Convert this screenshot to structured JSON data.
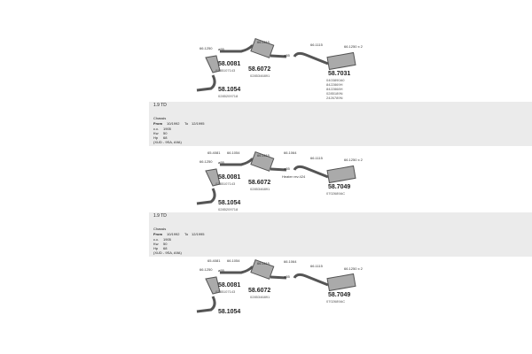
{
  "diagrams": [
    {
      "cat": "58.0081",
      "cat_oe": "0285107143",
      "front": "58.1054",
      "front_oe": "0285209718",
      "mid": "58.6072",
      "mid_oe": "0285346891",
      "rear": "58.7031",
      "rear_oe": [
        "0403890A0",
        "8422869H",
        "8422868H",
        "0285189N",
        "2426789N"
      ],
      "clamp1": "66.1250",
      "clamp2": "66.1250 x 2",
      "mount1": "66.1115",
      "mount2": "66.1115",
      "d1": "ø55",
      "d2": "ø55"
    },
    {
      "cat": "58.0081",
      "cat_oe": "0285107143",
      "front": "58.1054",
      "front_oe": "0285209718",
      "mid": "58.6072",
      "mid_oe": "0285346891",
      "rear": "58.7049",
      "rear_oe": "0702689AC",
      "clamp1": "66.1250",
      "clamp2": "66.1250 x 2",
      "mount1": "66.1115",
      "mount2": "66.1115",
      "ring1": "65.4081",
      "ring2": "66.1054",
      "ring3": "66.1064",
      "d1": "ø55",
      "d2": "ø55",
      "note": "Heater rev.424"
    },
    {
      "cat": "58.0081",
      "cat_oe": "0285107143",
      "front": "58.1054",
      "mid": "58.6072",
      "mid_oe": "0285346891",
      "rear": "58.7049",
      "rear_oe": "0702689AC",
      "clamp1": "66.1250",
      "clamp2": "66.1250 x 2",
      "mount1": "66.1115",
      "mount2": "66.1115",
      "ring1": "65.4081",
      "ring2": "66.1054",
      "ring3": "66.1064",
      "d1": "ø55",
      "d2": "ø55"
    }
  ],
  "bands": [
    {
      "engine": "1.9 TD",
      "body": "Chassis",
      "from_label": "From",
      "from": "10/1992",
      "to_label": "To",
      "to": "12/1995",
      "cc_label": "c.c.",
      "cc": "1905",
      "kw_label": "Kw",
      "kw": "50",
      "hp_label": "Hp",
      "hp": "68",
      "note": "(XUD - 9SA, A9A)"
    },
    {
      "engine": "1.9 TD",
      "body": "Chassis",
      "from_label": "From",
      "from": "10/1992",
      "to_label": "To",
      "to": "12/1995",
      "cc_label": "c.c.",
      "cc": "1905",
      "kw_label": "Kw",
      "kw": "50",
      "hp_label": "Hp",
      "hp": "68",
      "note": "(XUD - 9SA, A9A)"
    }
  ]
}
